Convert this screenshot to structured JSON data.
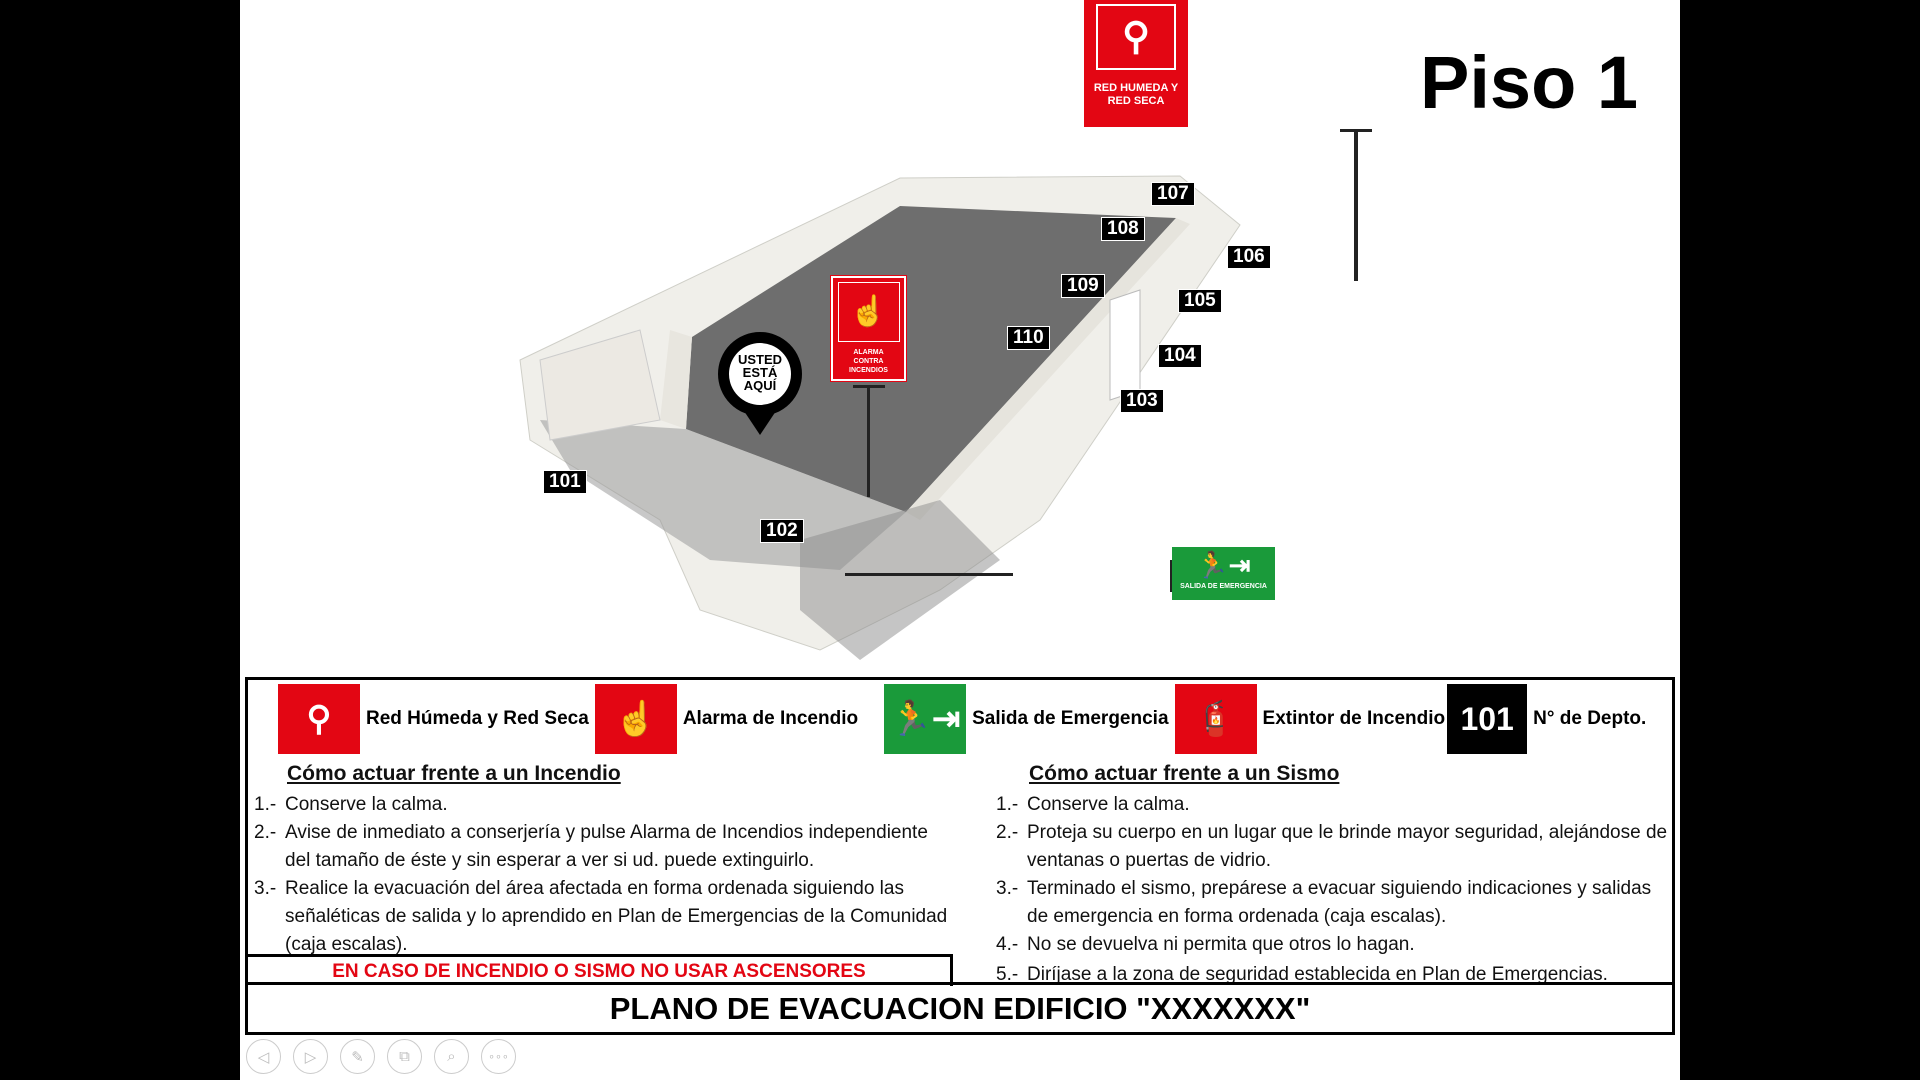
{
  "floor_title": "Piso 1",
  "signs": {
    "red_humeda": "RED HUMEDA Y RED SECA",
    "alarma": "ALARMA CONTRA INCENDIOS",
    "salida": "SALIDA DE EMERGENCIA",
    "usted": "USTED ESTÁ AQUÍ"
  },
  "departments": [
    "101",
    "102",
    "103",
    "104",
    "105",
    "106",
    "107",
    "108",
    "109",
    "110"
  ],
  "legend": [
    {
      "label": "Red Húmeda y Red Seca",
      "icon": "fire-hose-icon",
      "color": "#e30613"
    },
    {
      "label": "Alarma de Incendio",
      "icon": "fire-alarm-icon",
      "color": "#e30613"
    },
    {
      "label": "Salida de Emergencia",
      "icon": "emergency-exit-icon",
      "color": "#1a9a3a"
    },
    {
      "label": "Extintor de Incendio",
      "icon": "fire-extinguisher-icon",
      "color": "#e30613"
    },
    {
      "label": "N° de Depto.",
      "icon": "dept-number",
      "sample": "101",
      "color": "#000000"
    }
  ],
  "fire": {
    "heading": "Cómo actuar frente a un Incendio",
    "items": [
      {
        "n": "1.-",
        "t": "Conserve la calma."
      },
      {
        "n": "2.-",
        "t": "Avise de inmediato a conserjería y pulse Alarma de Incendios independiente del tamaño de éste y sin esperar a ver si ud. puede extinguirlo."
      },
      {
        "n": "3.-",
        "t": "Realice la evacuación del área afectada en forma ordenada siguiendo las señaléticas de salida y lo aprendido en Plan de Emergencias de la Comunidad (caja escalas)."
      }
    ]
  },
  "quake": {
    "heading": "Cómo actuar frente a un Sismo",
    "items": [
      {
        "n": "1.-",
        "t": "Conserve la calma."
      },
      {
        "n": "2.-",
        "t": "Proteja su cuerpo en un lugar que le brinde mayor seguridad, alejándose de ventanas o puertas de vidrio."
      },
      {
        "n": "3.-",
        "t": "Terminado el sismo, prepárese a evacuar siguiendo indicaciones y salidas de emergencia en forma ordenada (caja escalas)."
      },
      {
        "n": "4.-",
        "t": "No se devuelva ni permita que otros lo hagan."
      },
      {
        "n": "5.-",
        "t": "Diríjase a la zona de seguridad establecida en Plan de Emergencias."
      }
    ]
  },
  "warning": "EN CASO DE INCENDIO O SISMO NO USAR ASCENSORES",
  "footer_title": "PLANO DE EVACUACION EDIFICIO \"XXXXXXX\"",
  "nav": [
    "◁",
    "▷",
    "✎",
    "⧉",
    "⌕",
    "∘∘∘"
  ]
}
